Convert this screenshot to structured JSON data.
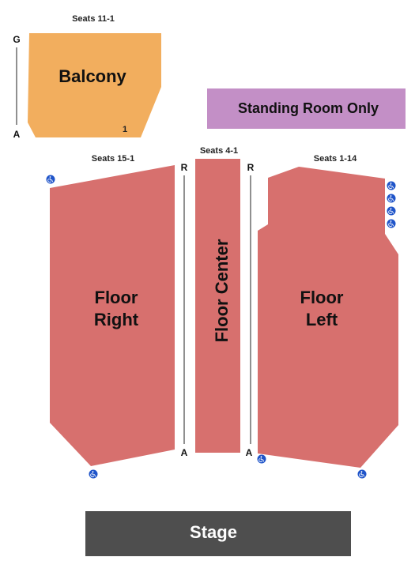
{
  "colors": {
    "balcony": "#F2AE5E",
    "floor": "#D7706E",
    "standing": "#C38FC6",
    "stage": "#4E4E4E",
    "accessible": "#1F54C9"
  },
  "icons": {
    "accessible": "wheelchair-icon"
  },
  "balcony": {
    "label": "Balcony",
    "seats_label": "Seats 11-1",
    "row_top": "G",
    "row_bottom": "A",
    "seat_end": "1"
  },
  "standing": {
    "label": "Standing Room Only"
  },
  "floor_right": {
    "line1": "Floor",
    "line2": "Right",
    "seats_label": "Seats 15-1",
    "row_top": "R",
    "row_bottom": "A"
  },
  "floor_center": {
    "label": "Floor Center",
    "seats_label": "Seats 4-1"
  },
  "floor_left": {
    "line1": "Floor",
    "line2": "Left",
    "seats_label": "Seats 1-14",
    "row_top": "R",
    "row_bottom": "A"
  },
  "stage": {
    "label": "Stage"
  }
}
